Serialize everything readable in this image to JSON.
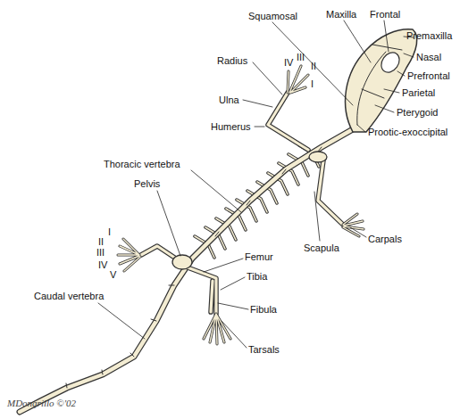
{
  "diagram": {
    "labels": [
      "Squamosal",
      "Maxilla",
      "Frontal",
      "Premaxilla",
      "Nasal",
      "Prefrontal",
      "Parietal",
      "Pterygoid",
      "Prootic-exoccipital",
      "Radius",
      "IV",
      "III",
      "II",
      "I",
      "Ulna",
      "Humerus",
      "Thoracic vertebra",
      "Pelvis",
      "I",
      "II",
      "III",
      "IV",
      "V",
      "Femur",
      "Tibia",
      "Fibula",
      "Tarsals",
      "Caudal vertebra",
      "Carpals",
      "Scapula",
      "MDongrillo ©'02"
    ]
  }
}
